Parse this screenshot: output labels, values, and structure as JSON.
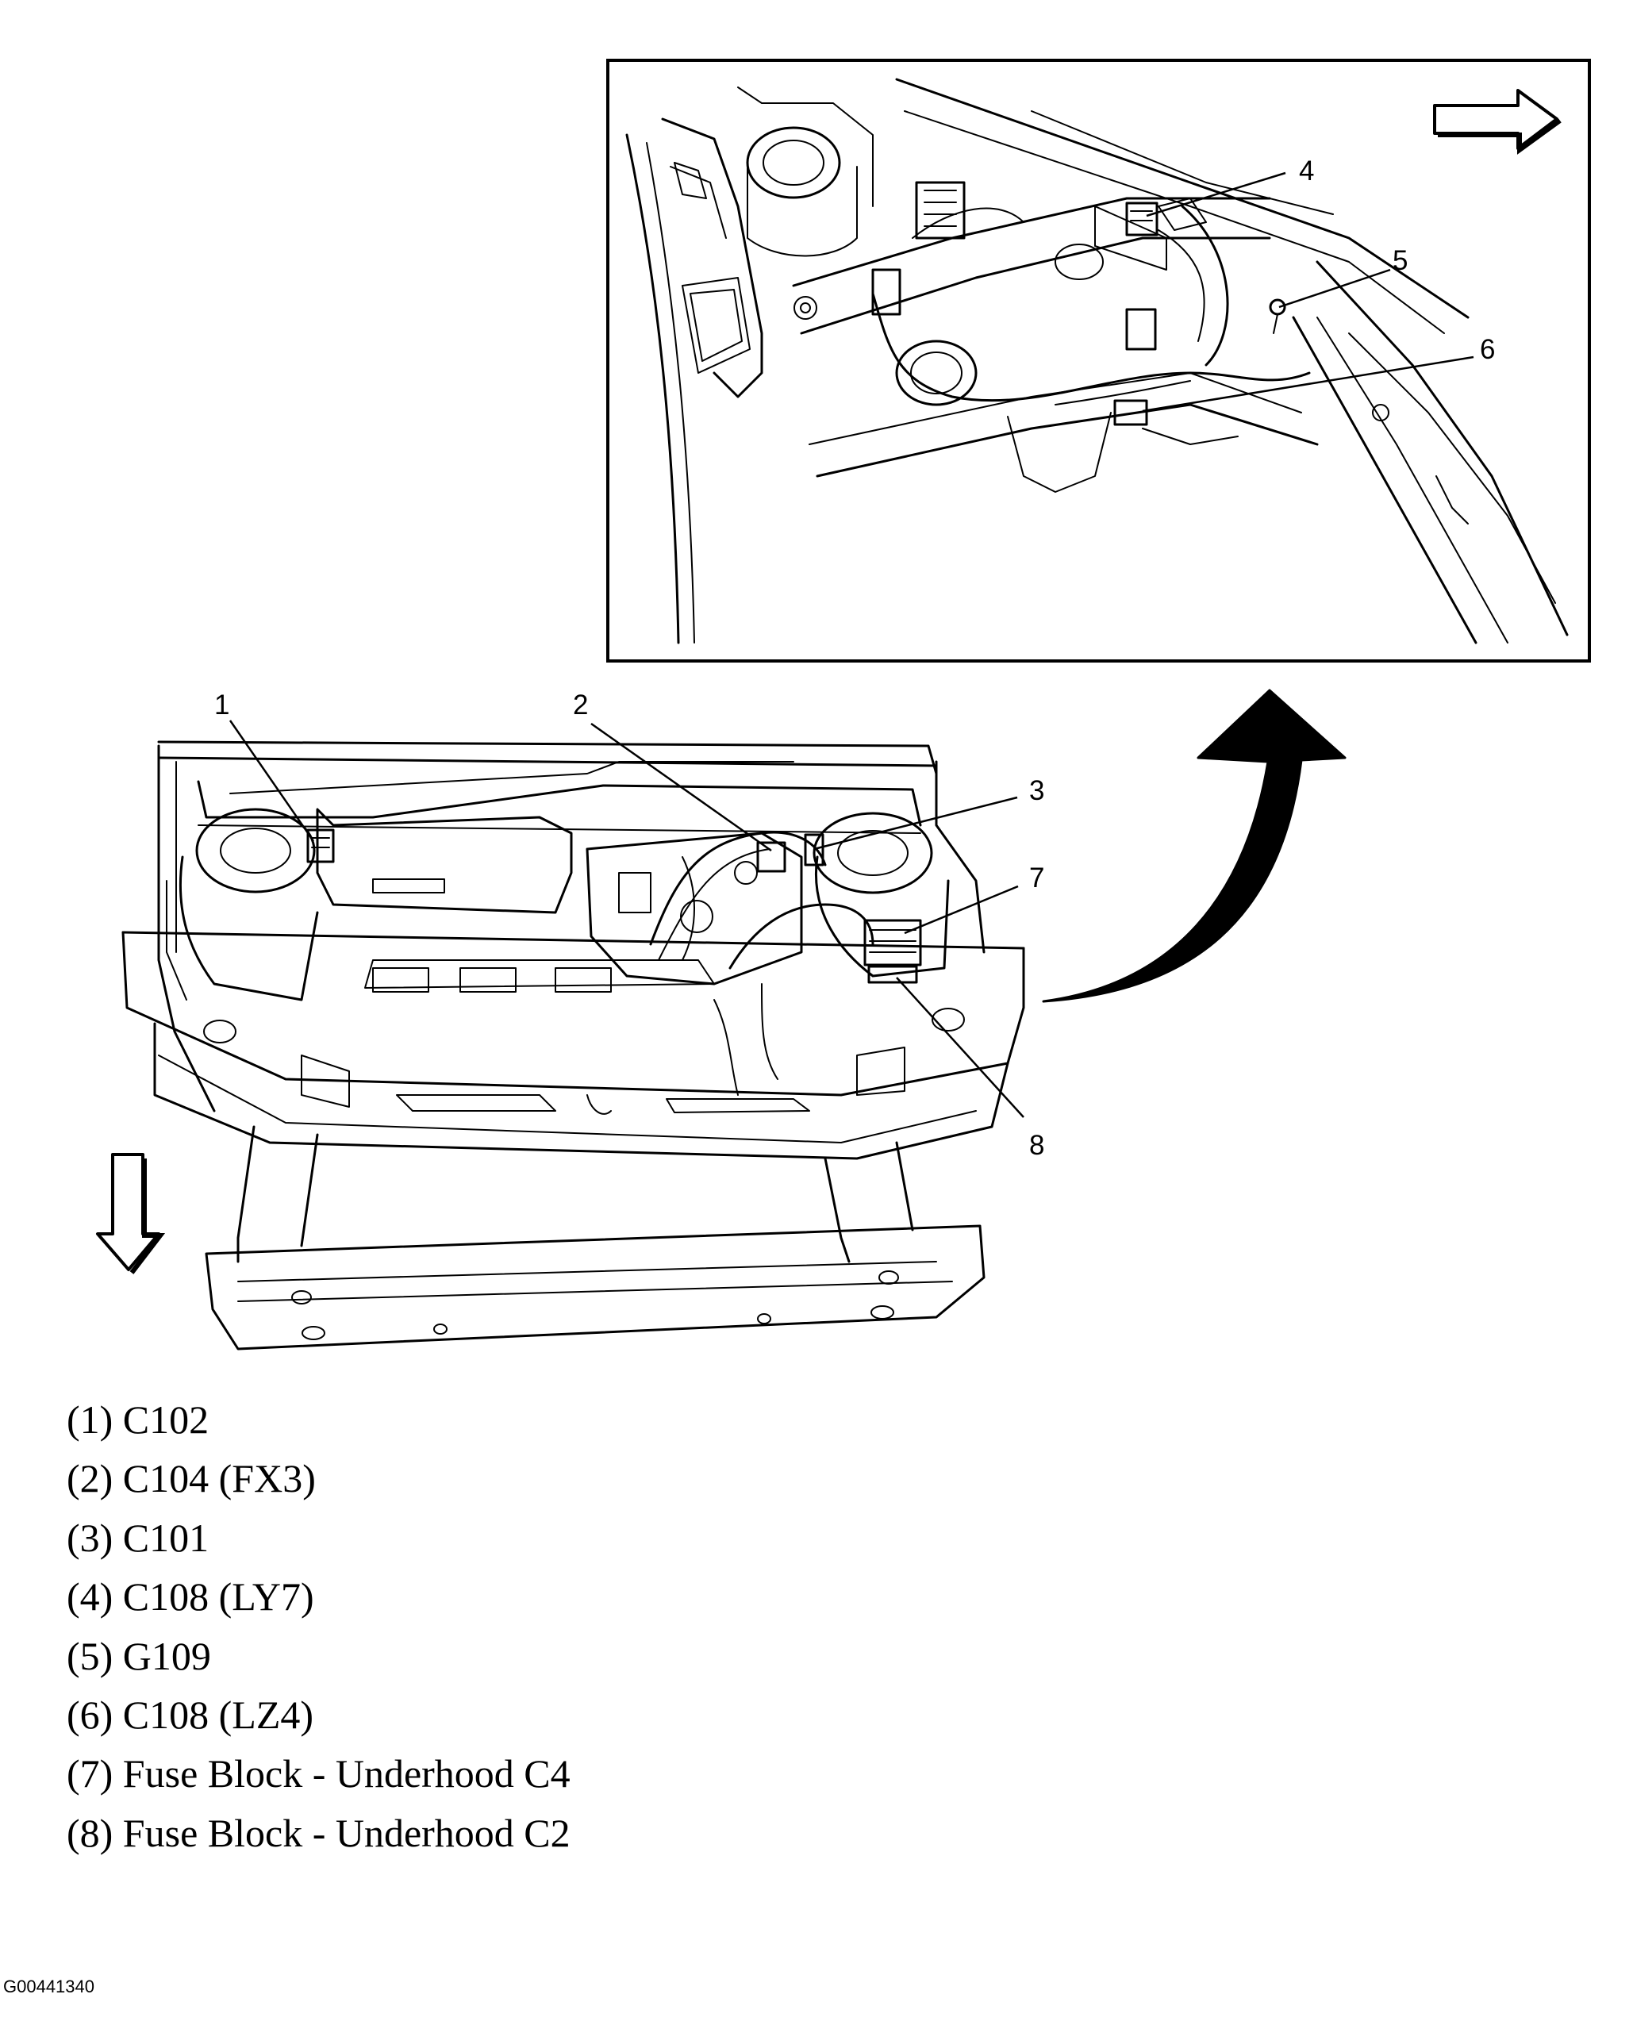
{
  "callouts": [
    {
      "num": "1"
    },
    {
      "num": "2"
    },
    {
      "num": "3"
    },
    {
      "num": "4"
    },
    {
      "num": "5"
    },
    {
      "num": "6"
    },
    {
      "num": "7"
    },
    {
      "num": "8"
    }
  ],
  "legend": [
    {
      "text": "(1) C102"
    },
    {
      "text": "(2) C104 (FX3)"
    },
    {
      "text": "(3) C101"
    },
    {
      "text": "(4) C108 (LY7)"
    },
    {
      "text": "(5) G109"
    },
    {
      "text": "(6) C108 (LZ4)"
    },
    {
      "text": "(7) Fuse Block - Underhood C4"
    },
    {
      "text": "(8) Fuse Block - Underhood C2"
    }
  ],
  "figure_id": "G00441340",
  "icons": {
    "detail_direction": "outline-arrow-right-icon",
    "vehicle_front_direction": "outline-arrow-down-icon",
    "detail_pointer": "curved-arrow-icon"
  }
}
